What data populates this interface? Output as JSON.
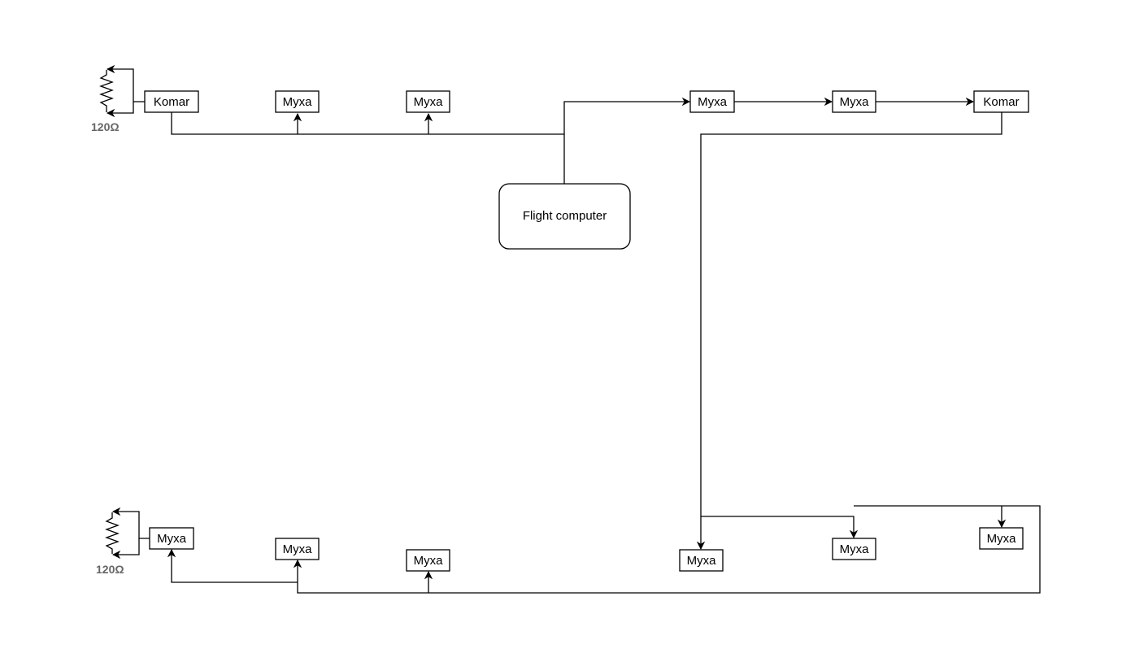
{
  "flight_computer": {
    "label": "Flight computer"
  },
  "nodes": {
    "top_komar_left": "Komar",
    "top_myxa_1": "Myxa",
    "top_myxa_2": "Myxa",
    "top_myxa_3": "Myxa",
    "top_myxa_4": "Myxa",
    "top_komar_right": "Komar",
    "bottom_myxa_left": "Myxa",
    "bottom_myxa_2": "Myxa",
    "bottom_myxa_3": "Myxa",
    "bottom_myxa_4": "Myxa",
    "bottom_myxa_5": "Myxa",
    "bottom_myxa_right": "Myxa"
  },
  "resistors": {
    "top": "120Ω",
    "bottom": "120Ω"
  }
}
